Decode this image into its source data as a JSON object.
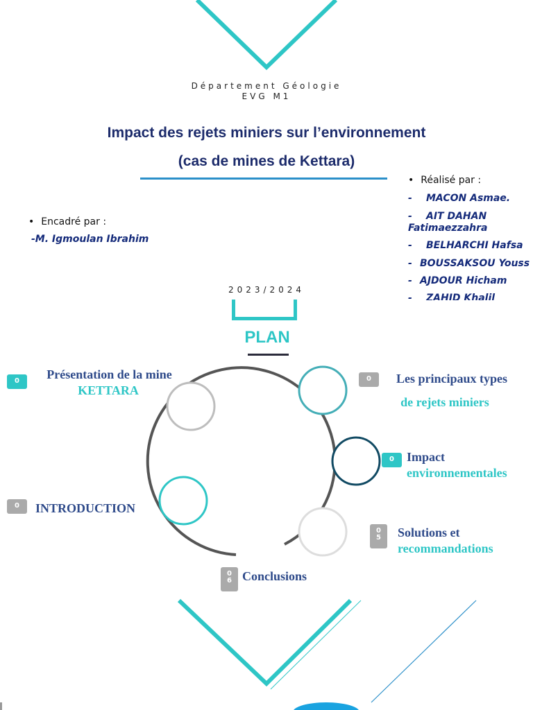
{
  "header": {
    "department": "Département Géologie",
    "program": "EVG M1",
    "title_line1": "Impact des rejets miniers sur l’environnement",
    "title_line2": "(cas de mines de Kettara)"
  },
  "authors": {
    "label": "Réalisé par :",
    "names": [
      {
        "dash": "-",
        "name": "MACON Asmae."
      },
      {
        "dash": "-",
        "name": "AIT DAHAN"
      },
      {
        "dash": "",
        "name": "Fatimaezzahra"
      },
      {
        "dash": "-",
        "name": "BELHARCHI Hafsa"
      },
      {
        "dash": "-",
        "name": "BOUSSAKSOU Youss"
      },
      {
        "dash": "-",
        "name": "AJDOUR Hicham"
      },
      {
        "dash": "-",
        "name": "ZAHID Khalil"
      }
    ]
  },
  "supervisor": {
    "label": "Encadré par :",
    "name": "-M. Igmoulan Ibrahim"
  },
  "year": "2023/2024",
  "plan": {
    "title": "PLAN",
    "items": [
      {
        "badge": "0",
        "line1": "Présentation de la mine",
        "line2": "KETTARA"
      },
      {
        "badge": "0",
        "line1": "Les principaux types",
        "line2": "de rejets miniers"
      },
      {
        "badge": "0",
        "line1": "Impact",
        "line2": "environnementales"
      },
      {
        "badge": "0",
        "line1": "INTRODUCTION",
        "line2": ""
      },
      {
        "badge_top": "0",
        "badge_bottom": "5",
        "line1": "Solutions et",
        "line2": "recommandations"
      },
      {
        "badge_top": "0",
        "badge_bottom": "6",
        "line1": "Conclusions",
        "line2": ""
      }
    ]
  },
  "colors": {
    "teal": "#2ec6c6",
    "navy": "#1c2b6b",
    "blue_rule": "#2b8fc9",
    "dark_teal": "#114a63",
    "gray_badge": "#aaaaaa"
  }
}
